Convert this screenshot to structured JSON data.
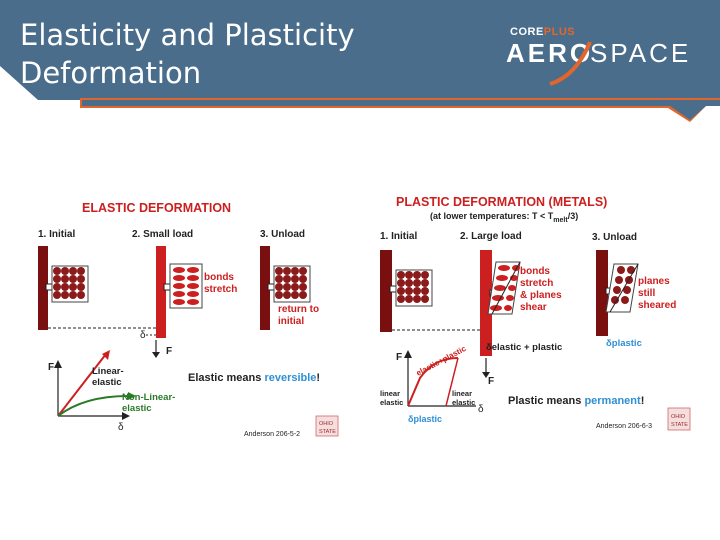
{
  "slide": {
    "title_line1": "Elasticity and Plasticity",
    "title_line2": "Deformation"
  },
  "logo": {
    "core": "CORE",
    "plus": "PLUS",
    "aero": "AERO",
    "space": "SPACE"
  },
  "colors": {
    "banner": "#4a6d8c",
    "accent": "#e2662c",
    "diagram_red": "#cc1f1f",
    "diagram_dark_red": "#7a0f0f",
    "reversible": "#2e8fd4",
    "plastic_blue": "#2e8fd4"
  },
  "elastic_figure": {
    "heading": "ELASTIC DEFORMATION",
    "step1": "1. Initial",
    "step2": "2. Small load",
    "step3": "3. Unload",
    "bonds_line1": "bonds",
    "bonds_line2": "stretch",
    "return_line1": "return to",
    "return_line2": "initial",
    "force_label": "F",
    "delta_label": "δ",
    "graph_f": "F",
    "graph_delta": "δ",
    "linear_line1": "Linear-",
    "linear_line2": "elastic",
    "nonlinear_line1": "Non-Linear-",
    "nonlinear_line2": "elastic",
    "statement_prefix": "Elastic means ",
    "statement_word": "reversible",
    "statement_suffix": "!",
    "citation": "Anderson 206-5-2",
    "badge_line1": "OHIO",
    "badge_line2": "STATE"
  },
  "plastic_figure": {
    "heading": "PLASTIC DEFORMATION (METALS)",
    "subheading_prefix": "(at lower temperatures: T < T",
    "subheading_sub": "melt",
    "subheading_suffix": "/3)",
    "step1": "1. Initial",
    "step2": "2. Large load",
    "step3": "3. Unload",
    "bonds_line1": "bonds",
    "bonds_line2": "stretch",
    "bonds_line3": "& planes",
    "bonds_line4": "shear",
    "planes_line1": "planes",
    "planes_line2": "still",
    "planes_line3": "sheared",
    "elastic_plastic": "δelastic + plastic",
    "plastic_delta": "δplastic",
    "force_label": "F",
    "graph_f": "F",
    "graph_delta": "δ",
    "curve_label": "elastic+plastic",
    "linear_left_line1": "linear",
    "linear_left_line2": "elastic",
    "linear_right_line1": "linear",
    "linear_right_line2": "elastic",
    "graph_plastic": "δplastic",
    "statement_prefix": "Plastic means ",
    "statement_word": "permanent",
    "statement_suffix": "!",
    "citation": "Anderson 206-6-3",
    "badge_line1": "OHIO",
    "badge_line2": "STATE"
  }
}
